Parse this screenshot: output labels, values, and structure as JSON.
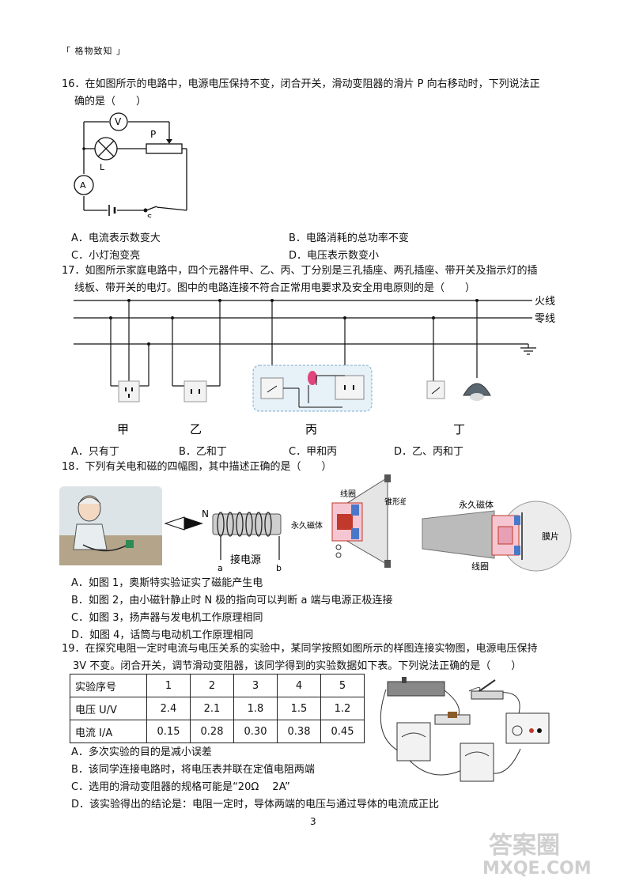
{
  "header": "「 格物致知 」",
  "page_number": "3",
  "watermark": {
    "top": "答案圈",
    "bottom": "MXQE.COM"
  },
  "q16": {
    "line1": "16．在如图所示的电路中，电源电压保持不变，闭合开关，滑动变阻器的滑片 P 向右移动时，下列说法正",
    "line2": "确的是（　　）",
    "diagram_labels": {
      "V": "V",
      "P": "P",
      "L": "L",
      "A": "A",
      "S": "S"
    },
    "options": [
      "A．电流表示数变大",
      "B．电路消耗的总功率不变",
      "C．小灯泡变亮",
      "D．电压表示数变小"
    ]
  },
  "q17": {
    "line1": "17．如图所示家庭电路中，四个元器件甲、乙、丙、丁分别是三孔插座、两孔插座、带开关及指示灯的插",
    "line2": "线板、带开关的电灯。图中的电路连接不符合正常用电要求及安全用电原则的是（　　）",
    "wire_labels": [
      "火线",
      "零线"
    ],
    "device_labels": [
      "甲",
      "乙",
      "丙",
      "丁"
    ],
    "options": [
      "A．只有丁",
      "B．乙和丁",
      "C．甲和丙",
      "D．乙、丙和丁"
    ]
  },
  "q18": {
    "line1": "18．下列有关电和磁的四幅图，其中描述正确的是（　　）",
    "fig2_labels": {
      "N": "N",
      "power": "接电源",
      "a": "a",
      "b": "b"
    },
    "fig3_labels": {
      "coil": "线圈",
      "cone": "锥形纸盆",
      "magnet": "永久磁体"
    },
    "fig4_labels": {
      "magnet": "永久磁体",
      "membrane": "膜片",
      "coil": "线圈"
    },
    "options": [
      "A．如图 1，奥斯特实验证实了磁能产生电",
      "B．如图 2，由小磁针静止时 N 极的指向可以判断 a 端与电源正极连接",
      "C．如图 3，扬声器与发电机工作原理相同",
      "D．如图 4，话筒与电动机工作原理相同"
    ]
  },
  "q19": {
    "line1": "19．在探究电阻一定时电流与电压关系的实验中，某同学按照如图所示的样图连接实物图，电源电压保持",
    "line2": "3V 不变。闭合开关，调节滑动变阻器，该同学得到的实验数据如下表。下列说法正确的是（　　）",
    "table": {
      "headers": [
        "实验序号",
        "1",
        "2",
        "3",
        "4",
        "5"
      ],
      "rows": [
        [
          "电压 U/V",
          "2.4",
          "2.1",
          "1.8",
          "1.5",
          "1.2"
        ],
        [
          "电流 I/A",
          "0.15",
          "0.28",
          "0.30",
          "0.38",
          "0.45"
        ]
      ]
    },
    "options": [
      "A．多次实验的目的是减小误差",
      "B．该同学连接电路时，将电压表并联在定值电阻两端",
      "C．选用的滑动变阻器的规格可能是“20Ω　 2A”",
      "D．该实验得出的结论是：电阻一定时，导体两端的电压与通过导体的电流成正比"
    ]
  }
}
